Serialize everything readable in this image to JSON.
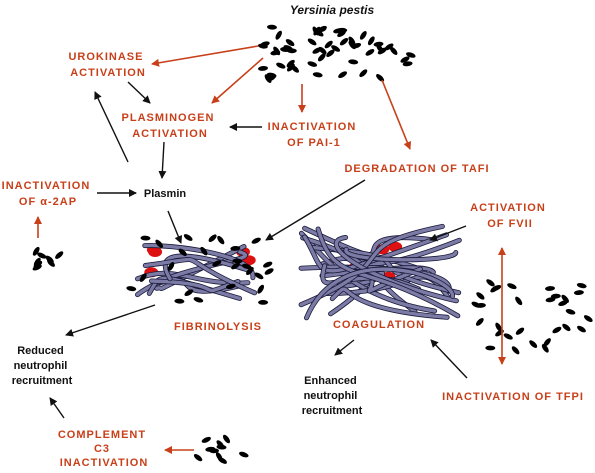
{
  "title": "Yersinia pestis",
  "nodes": {
    "urokinase": [
      "UROKINASE",
      "ACTIVATION"
    ],
    "plasminogen": [
      "PLASMINOGEN",
      "ACTIVATION"
    ],
    "pai1": [
      "INACTIVATION",
      "OF PAI-1"
    ],
    "a2ap": [
      "INACTIVATION",
      "OF α-2AP"
    ],
    "plasmin": "Plasmin",
    "tafi": "DEGRADATION OF TAFI",
    "fvii": [
      "ACTIVATION",
      "OF FVII"
    ],
    "fibrinolysis": "FIBRINOLYSIS",
    "coagulation": "COAGULATION",
    "reduced": [
      "Reduced",
      "neutrophil",
      "recruitment"
    ],
    "enhanced": [
      "Enhanced",
      "neutrophil",
      "recruitment"
    ],
    "tfpi": "INACTIVATION OF TFPI",
    "complement": [
      "COMPLEMENT",
      "C3",
      "INACTIVATION"
    ]
  },
  "colors": {
    "red_text": "#c8401a",
    "fibrin": "#7b7ba6",
    "blood_cell": "#dd1111",
    "bacteria": "#000000"
  }
}
